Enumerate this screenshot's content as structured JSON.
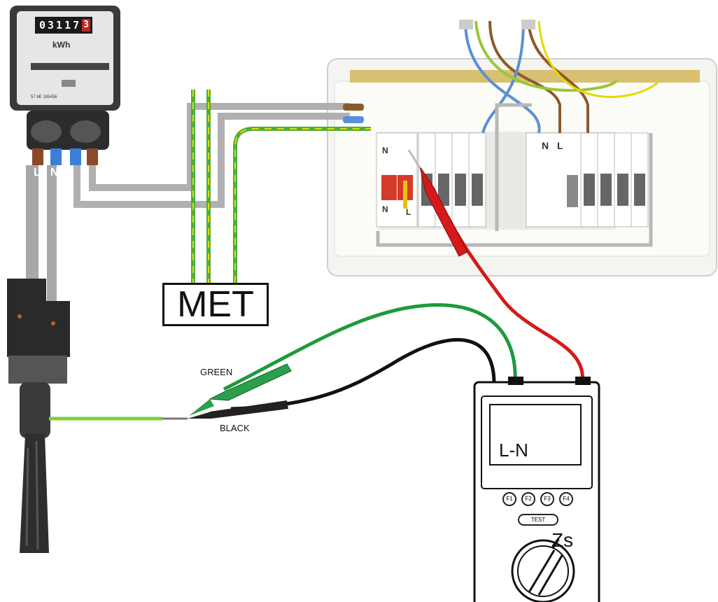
{
  "meter": {
    "reading": "03117",
    "last_digit": "3",
    "unit": "kWh",
    "serial": "57 6E 165456",
    "terminal_l": "L",
    "terminal_n": "N"
  },
  "met": {
    "label": "MET"
  },
  "probes": {
    "green_label": "GREEN",
    "black_label": "BLACK"
  },
  "tester": {
    "display_text": "L-N",
    "function_keys": [
      "F1",
      "F2",
      "F3",
      "F4"
    ],
    "test_button": "TEST",
    "range_label": "Zs"
  },
  "consumer_unit": {
    "left_rcd_label": "N",
    "right_rcd_n": "N",
    "right_rcd_l": "L",
    "bottom_l": "L",
    "bottom_n": "N"
  },
  "colors": {
    "line_brown": "#8b5a2b",
    "neutral_blue": "#5b8fd6",
    "earth_green": "#4caf3a",
    "earth_yellow": "#e8d800",
    "probe_red": "#d41a1a",
    "lead_green": "#1e9a3c",
    "lead_black": "#111111",
    "tail_grey": "#b0b0b0"
  }
}
